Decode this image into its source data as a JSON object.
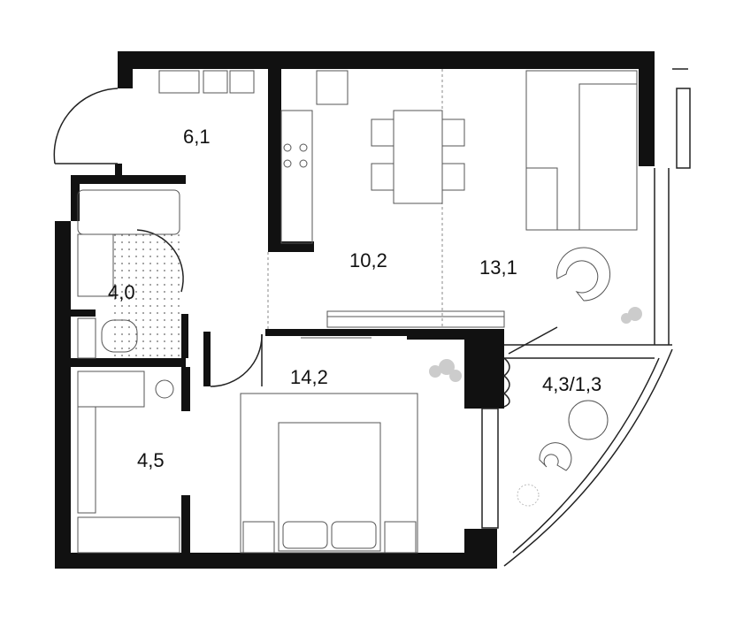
{
  "rooms": [
    {
      "id": "hall",
      "area": "6,1"
    },
    {
      "id": "bathroom",
      "area": "4,0"
    },
    {
      "id": "kitchen",
      "area": "10,2"
    },
    {
      "id": "living",
      "area": "13,1"
    },
    {
      "id": "bedroom",
      "area": "14,2"
    },
    {
      "id": "wardrobe",
      "area": "4,5"
    },
    {
      "id": "balcony",
      "area": "4,3/1,3"
    }
  ],
  "colors": {
    "wall": "#111111",
    "plant": "#cccccc"
  }
}
